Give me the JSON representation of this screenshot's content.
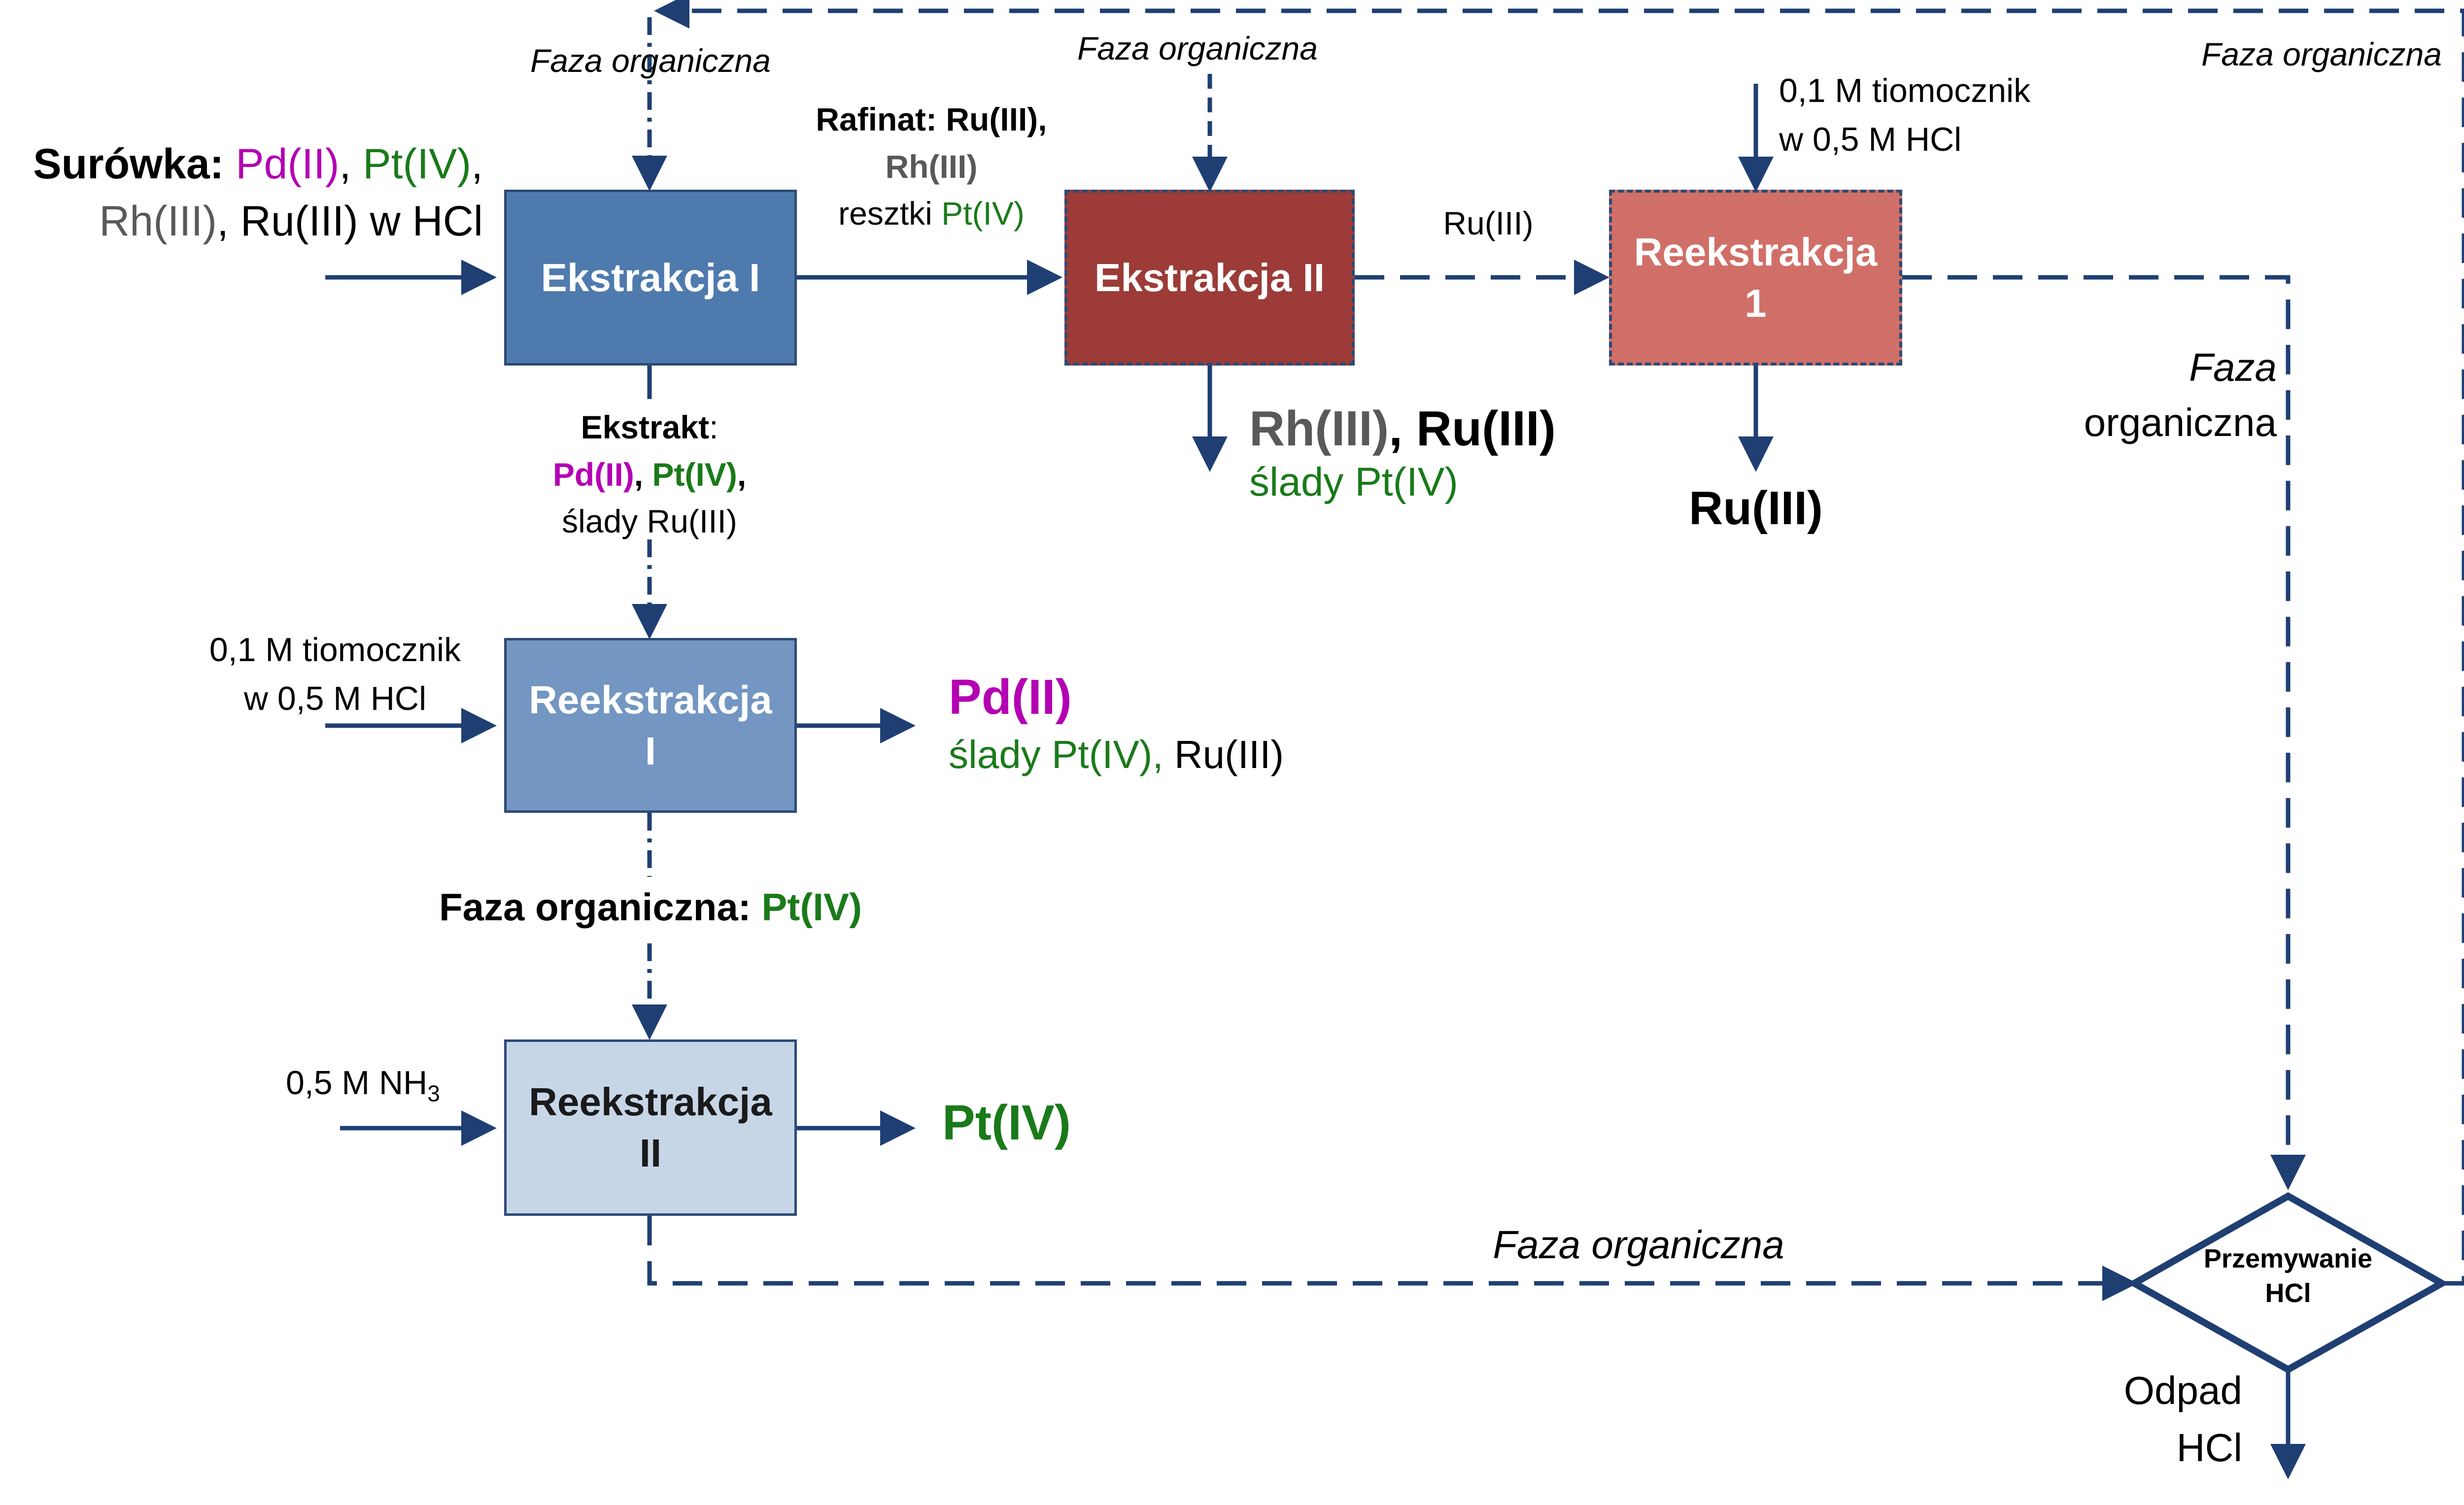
{
  "colors": {
    "arrow": "#1f3f73",
    "ekstrakcja1_fill": "#4f7aae",
    "ekstrakcja2_fill": "#9c3b37",
    "reekstrakcja1_fill": "#d06f68",
    "reekstrakcjaI_fill": "#7396c2",
    "reekstrakcjaII_fill": "#c7d6e7",
    "box_border": "#2c4a74",
    "pd": "#b300b3",
    "pt": "#1a7a1a",
    "rh": "#595959"
  },
  "boxes": {
    "ekstrakcja_i": "Ekstrakcja I",
    "ekstrakcja_ii": "Ekstrakcja II",
    "reekstrakcja_1": {
      "line1": "Reekstrakcja",
      "line2": "1"
    },
    "reekstrakcja_i": {
      "line1": "Reekstrakcja",
      "line2": "I"
    },
    "reekstrakcja_ii": {
      "line1": "Reekstrakcja",
      "line2": "II"
    },
    "przemywanie": {
      "line1": "Przemywanie",
      "line2": "HCl"
    }
  },
  "labels": {
    "faza_org_top_left": "Faza organiczna",
    "faza_org_top_mid": "Faza organiczna",
    "faza_org_top_right": "Faza organiczna",
    "faza_org_bottom": "Faza organiczna",
    "faza_right_line1": "Faza",
    "faza_right_line2": "organiczna",
    "surowka": {
      "head": "Surówka:",
      "pd": "Pd(II)",
      "pt": "Pt(IV)",
      "rh": "Rh(III)",
      "ru": ", Ru(III) w HCl",
      "sep": ","
    },
    "rafinat": {
      "head": "Rafinat: Ru(III),",
      "rh": "Rh(III)",
      "resztki": "resztki ",
      "pt": "Pt(IV)"
    },
    "ru_mid": "Ru(III)",
    "tiomocznik_top": {
      "line1": "0,1 M tiomocznik",
      "line2": "w 0,5 M HCl"
    },
    "tiomocznik_left": {
      "line1": "0,1 M tiomocznik",
      "line2": "w 0,5 M HCl"
    },
    "ekstrakt": {
      "head": "Ekstrakt",
      "colon": ":",
      "pd": "Pd(II)",
      "pt": "Pt(IV)",
      "sep": ",",
      "slady": "ślady Ru(III)"
    },
    "out_ekstr2": {
      "rh": "Rh(III)",
      "ru": ", Ru(III)",
      "slady": "ślady Pt(IV)"
    },
    "out_reekstr1": "Ru(III)",
    "out_reekstrI": {
      "pd": "Pd(II)",
      "slady": "ślady Pt(IV),",
      "ru": " Ru(III)"
    },
    "faza_pt": {
      "head": "Faza organiczna: ",
      "pt": "Pt(IV)"
    },
    "nh3": {
      "text": "0,5 M NH",
      "sub": "3"
    },
    "out_reekstrII": "Pt(IV)",
    "odpad": {
      "line1": "Odpad",
      "line2": "HCl"
    }
  }
}
